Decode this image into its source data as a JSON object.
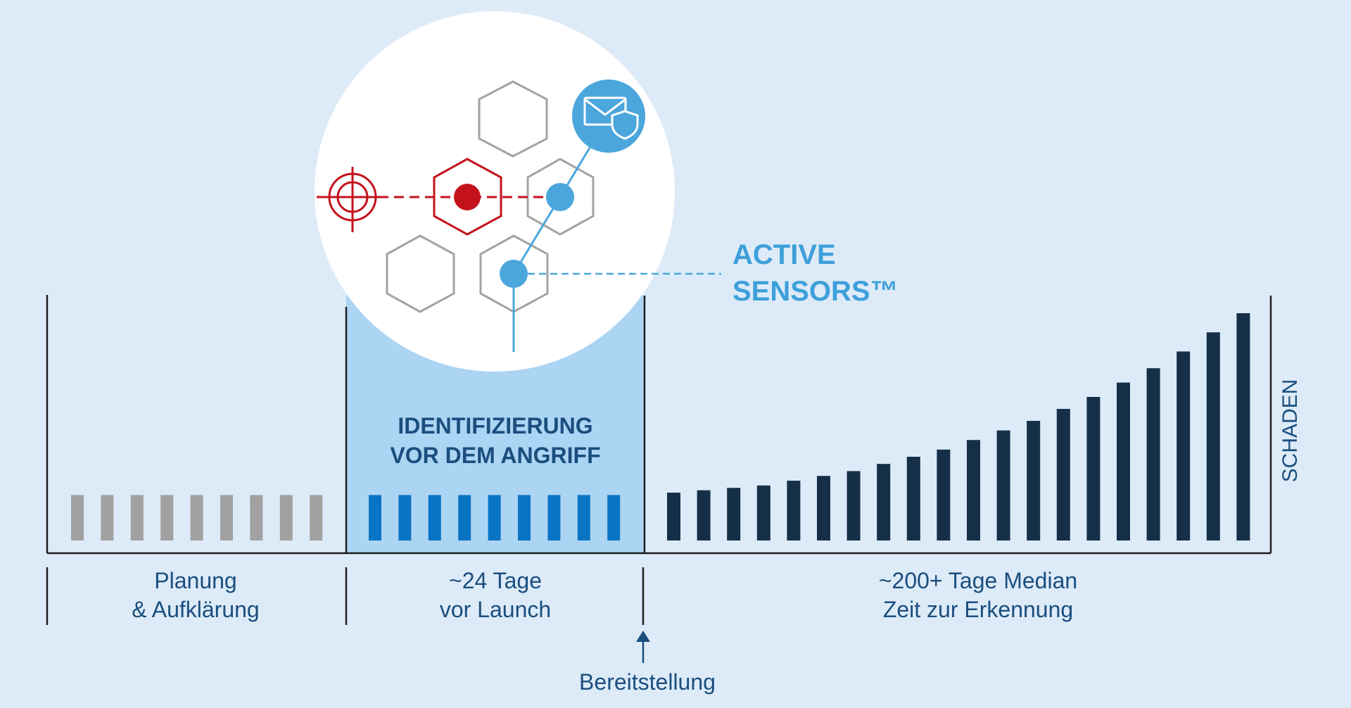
{
  "colors": {
    "background": "#ddebf8",
    "highlight_band": "#acd4f3",
    "planning_bars": "#a1a1a1",
    "identify_bars": "#0a74c4",
    "damage_bars": "#162f49",
    "accent_blue": "#4ba6dc",
    "threat_red": "#c4121c",
    "hexagon_gray": "#a3a3a3",
    "label_dark_blue": "#1a4e7e",
    "sensor_text": "#3ea0da"
  },
  "icons": {
    "target": "crosshair-target-icon",
    "email": "email-shield-icon"
  },
  "sensors_label": {
    "line1": "ACTIVE",
    "line2": "SENSORS™"
  },
  "center_label": {
    "line1": "IDENTIFIZIERUNG",
    "line2": "VOR DEM ANGRIFF"
  },
  "phases": [
    {
      "line1": "Planung",
      "line2": "& Aufklärung"
    },
    {
      "line1": "~24 Tage",
      "line2": "vor Launch"
    },
    {
      "line1": "~200+ Tage Median",
      "line2": "Zeit zur Erkennung"
    }
  ],
  "deployment_label": "Bereitstellung",
  "damage_axis_label": "SCHADEN",
  "chart_data": {
    "type": "bar",
    "segments": [
      {
        "phase_index": 0,
        "bar_count": 9,
        "relative_heights": [
          0.19,
          0.19,
          0.19,
          0.19,
          0.19,
          0.19,
          0.19,
          0.19,
          0.19
        ]
      },
      {
        "phase_index": 1,
        "bar_count": 9,
        "relative_heights": [
          0.19,
          0.19,
          0.19,
          0.19,
          0.19,
          0.19,
          0.19,
          0.19,
          0.19
        ]
      },
      {
        "phase_index": 2,
        "bar_count": 20,
        "relative_heights": [
          0.2,
          0.21,
          0.22,
          0.23,
          0.25,
          0.27,
          0.29,
          0.32,
          0.35,
          0.38,
          0.42,
          0.46,
          0.5,
          0.55,
          0.6,
          0.66,
          0.72,
          0.79,
          0.87,
          0.95
        ]
      }
    ]
  }
}
